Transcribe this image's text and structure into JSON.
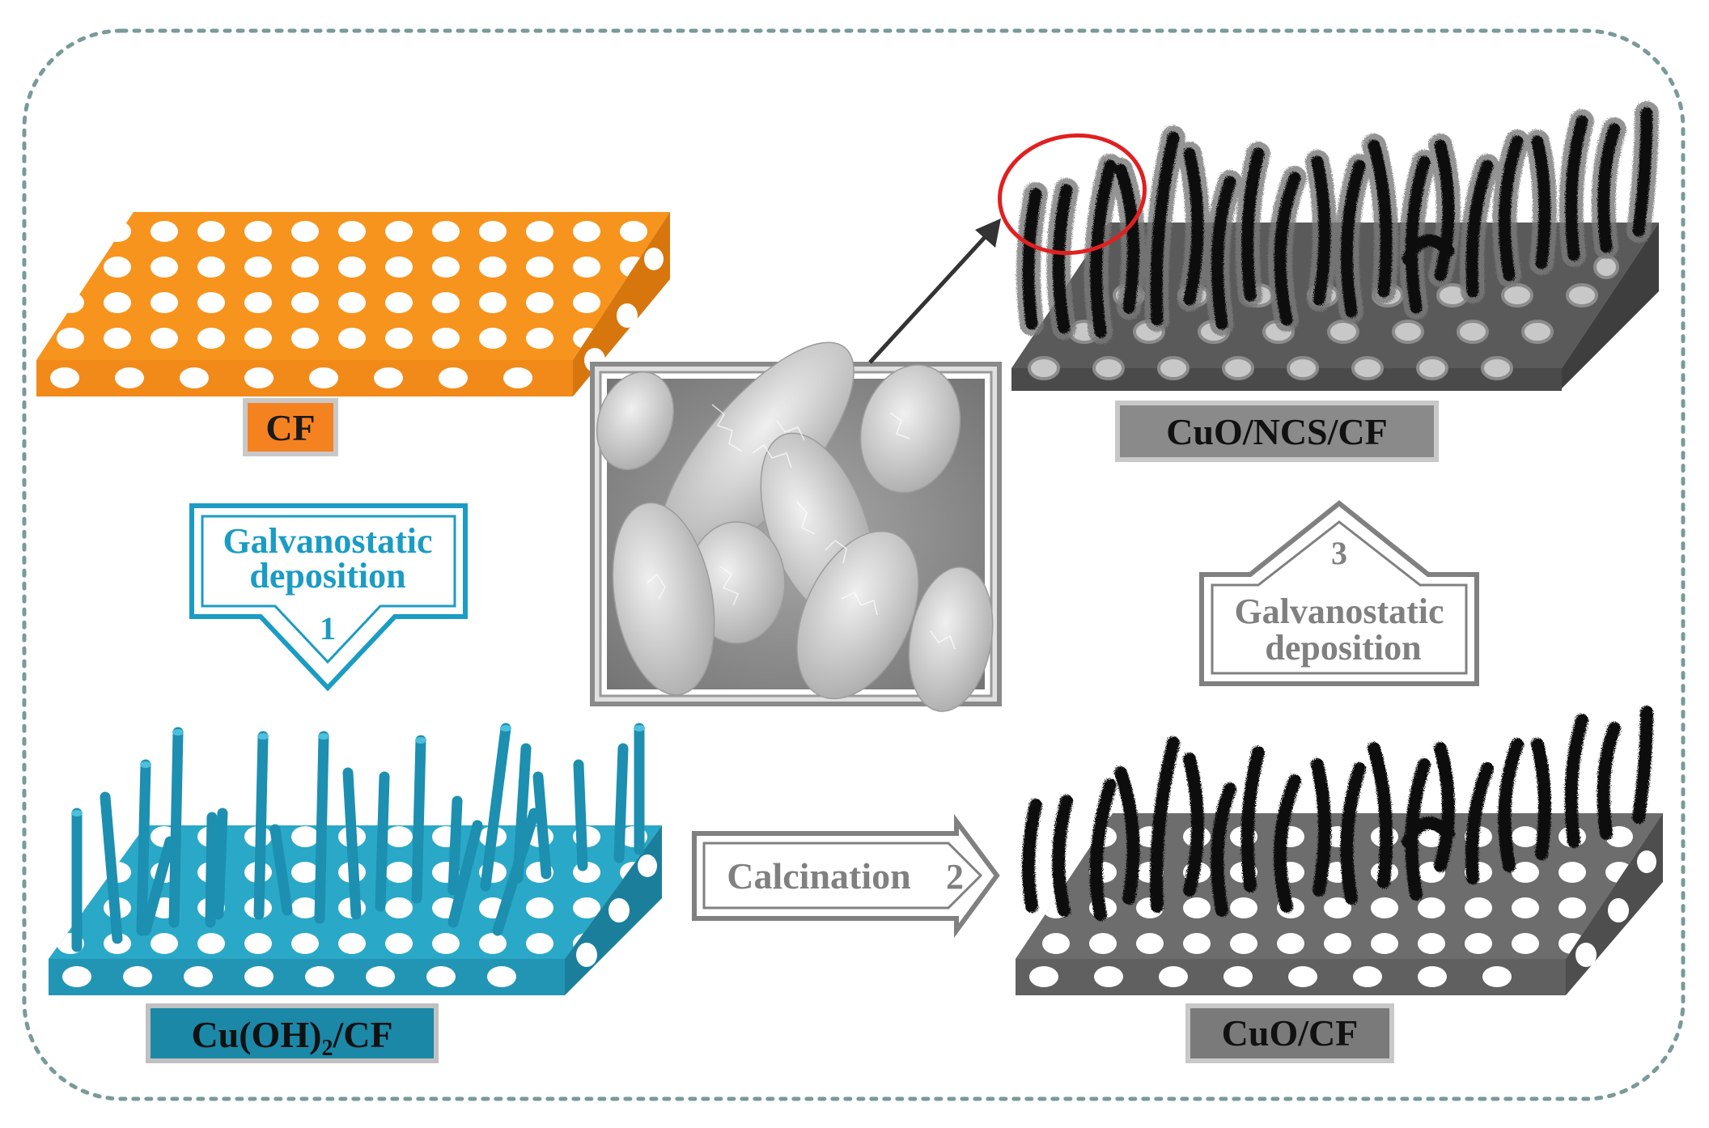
{
  "labels": {
    "cf": "CF",
    "cuoh2_base": "Cu(OH)",
    "cuoh2_sub": "2",
    "cuoh2_tail": "/CF",
    "cuo_cf": "CuO/CF",
    "cuo_ncs_cf": "CuO/NCS/CF"
  },
  "steps": [
    {
      "number": "1",
      "line1": "Galvanostatic",
      "line2": "deposition"
    },
    {
      "number": "2",
      "text": "Calcination"
    },
    {
      "number": "3",
      "line1": "Galvanostatic",
      "line2": "deposition"
    }
  ],
  "colors": {
    "cf_orange": "#f7941d",
    "cf_label_bg": "#f58220",
    "step1_blue": "#1a9cc4",
    "cuoh2_teal": "#2aa8c8",
    "cuo_gray": "#6d6d6d",
    "step_gray": "#808080",
    "highlight_red": "#e02020",
    "border_dots": "#7a9a9a"
  },
  "icons": [
    "sem-micrograph",
    "arrow-right-icon",
    "arrow-down-icon",
    "arrow-up-icon",
    "highlight-circle"
  ]
}
